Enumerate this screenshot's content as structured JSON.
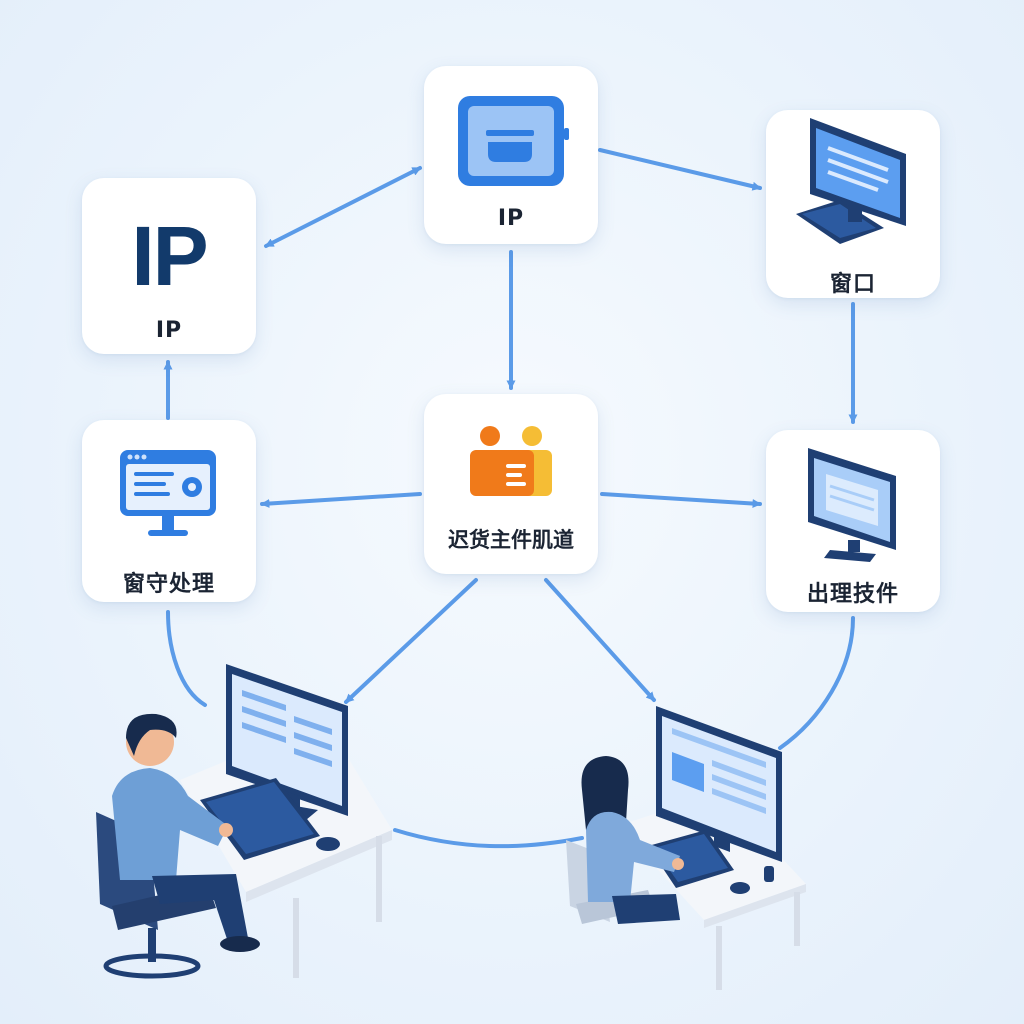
{
  "nodes": {
    "ip_left": {
      "big_text": "IP",
      "label": "IP"
    },
    "ip_top": {
      "label": "IP"
    },
    "window_top_right": {
      "label": "窗口"
    },
    "center": {
      "label": "迟货主件肌道"
    },
    "left_mid": {
      "label": "窗守处理"
    },
    "right_mid": {
      "label": "出理技件"
    }
  },
  "colors": {
    "arrow": "#5b9be8",
    "brand_blue": "#2f7de1",
    "dark_navy": "#123a6b",
    "orange": "#f07a1a",
    "yellow": "#f5bd35"
  },
  "icons": [
    "window-card-icon",
    "monitor-keyboard-icon",
    "people-card-icon",
    "browser-monitor-icon",
    "monitor-icon"
  ]
}
